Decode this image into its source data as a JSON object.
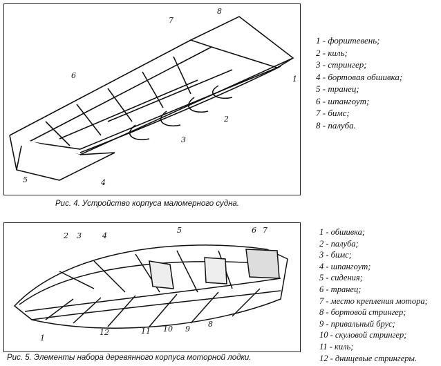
{
  "figure4": {
    "caption": "Рис. 4. Устройство корпуса маломерного судна.",
    "callouts": [
      "1",
      "2",
      "3",
      "4",
      "5",
      "6",
      "7",
      "8"
    ],
    "legend": [
      "1 - форштевень;",
      "2 - киль;",
      "3 - стрингер;",
      "4 - бортовая обшивка;",
      "5 - транец;",
      "6 - шпангоут;",
      "7 - бимс;",
      "8 - палуба."
    ]
  },
  "figure5": {
    "caption": "Рис. 5. Элементы набора деревянного корпуса моторной лодки.",
    "callouts": [
      "1",
      "2",
      "3",
      "4",
      "5",
      "6",
      "7",
      "8",
      "9",
      "10",
      "11",
      "12"
    ],
    "legend": [
      "1 - обшивка;",
      "2 - палуба;",
      "3 - бимс;",
      "4 - шпангоут;",
      "5 - сидения;",
      "6 - транец;",
      "7 - место крепления мотора;",
      "8 - бортовой стрингер;",
      "9 - привальный брус;",
      "10 - скуловой стрингер;",
      "11 - киль;",
      "12 - днищевые стрингеры."
    ]
  }
}
